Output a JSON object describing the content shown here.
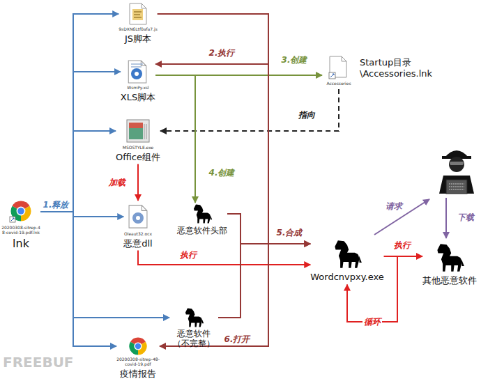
{
  "diagram": {
    "nodes": [
      {
        "text": [
          "20200308-sitrep-48-covid-19.pdf.lnk",
          "lnk"
        ]
      },
      {
        "text": [
          "9sDXN6Ltf0afa7.js",
          "JS脚本"
        ]
      },
      {
        "text": [
          "WsmPy.xsl",
          "XLS脚本"
        ]
      },
      {
        "text": [
          "Accessories",
          "Startup目录 \\Accessories.lnk"
        ]
      },
      {
        "text": [
          "MSOSTYLE.exe",
          "Office组件"
        ]
      },
      {
        "text": [
          "Oleaut32.ocx",
          "恶意dll"
        ]
      },
      {
        "text": [
          "恶意软件头部"
        ]
      },
      {
        "text": [
          "恶意软件 （不完整）"
        ]
      },
      {
        "text": [
          "20200308-sitrep-48-covid-19.pdf",
          "疫情报告"
        ]
      },
      {
        "text": [
          "Wordcnvpxy.exe"
        ]
      },
      {
        "text": [
          "其他恶意软件"
        ]
      }
    ],
    "edges": [
      {
        "from": 0,
        "to": 1,
        "arrow": "to"
      },
      {
        "from": 0,
        "to": 2,
        "arrow": "to"
      },
      {
        "from": 0,
        "to": 4,
        "arrow": "to"
      },
      {
        "from": 0,
        "to": 5,
        "label": "1.释放",
        "arrow": "to"
      },
      {
        "from": 0,
        "to": 7,
        "arrow": "to"
      },
      {
        "from": 0,
        "to": 8,
        "arrow": "to"
      },
      {
        "from": 1,
        "to": 2,
        "label": "2.执行",
        "arrow": "to"
      },
      {
        "from": 2,
        "to": 3,
        "label": "3.创建",
        "arrow": "to"
      },
      {
        "from": 3,
        "to": 4,
        "label": "指向",
        "arrow": "to"
      },
      {
        "from": 2,
        "to": 6,
        "label": "4.创建",
        "arrow": "to"
      },
      {
        "from": 4,
        "to": 5,
        "label": "加载",
        "arrow": "to"
      },
      {
        "from": 5,
        "to": 9,
        "label": "执行",
        "arrow": "to"
      },
      {
        "from": 6,
        "to": 9,
        "label": "5.合成",
        "arrow": "to"
      },
      {
        "from": 7,
        "to": 9,
        "arrow": "to"
      },
      {
        "from": 1,
        "to": 8,
        "label": "6.打开",
        "arrow": "to"
      },
      {
        "from": 9,
        "to": 9,
        "label": "循环",
        "arrow": "to"
      },
      {
        "from": 9,
        "to": 10,
        "label": "执行",
        "arrow": "to"
      }
    ],
    "labels": [
      "请求",
      "下载",
      "FREEBUF"
    ]
  }
}
